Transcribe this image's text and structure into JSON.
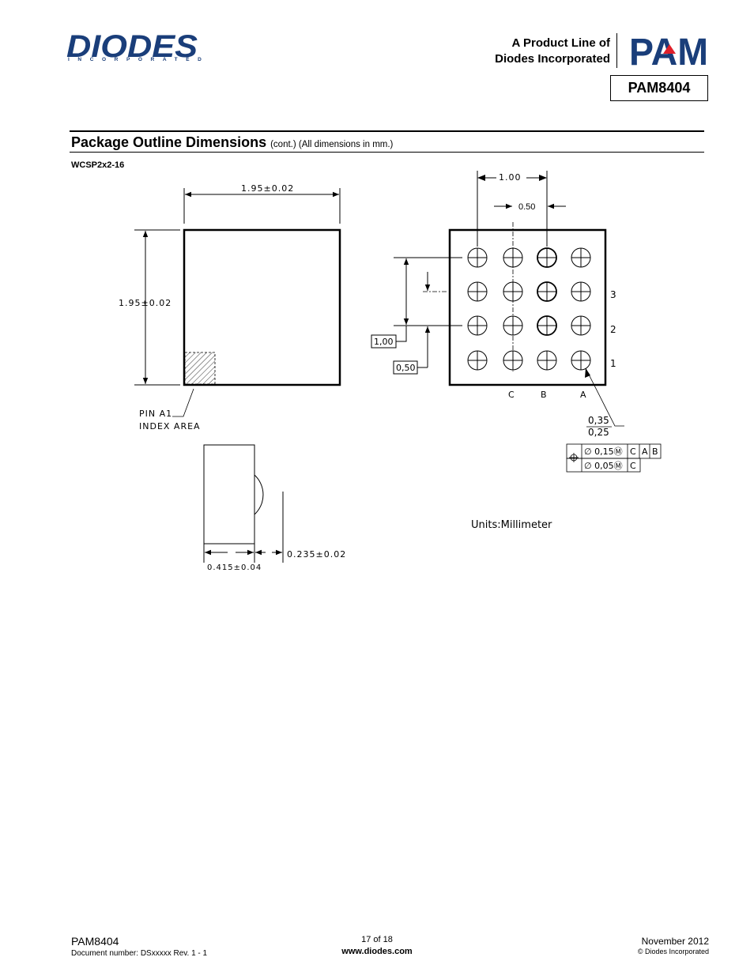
{
  "header": {
    "logo_text": "DIODES",
    "logo_subtext": "INCORPORATED",
    "product_line_1": "A Product Line of",
    "product_line_2": "Diodes Incorporated",
    "pam_logo_text": "PAM",
    "part_number": "PAM8404",
    "brand_color": "#1a3e7a",
    "accent_color": "#e0202a"
  },
  "section": {
    "title": "Package Outline Dimensions",
    "subtitle": "(cont.) (All dimensions in mm.)",
    "package": "WCSP2x2-16"
  },
  "drawing": {
    "top_width": "1.95±0.02",
    "left_height": "1.95±0.02",
    "pin_label_1": "PIN A1",
    "pin_label_2": "INDEX AREA",
    "pitch_outer": "1.00",
    "pitch_inner": "0.50",
    "row_pitch_box": "1,00",
    "row_offset_box": "0,50",
    "row_labels": [
      "3",
      "2",
      "1"
    ],
    "col_labels": [
      "C",
      "B",
      "A"
    ],
    "ball_dia_max": "0,35",
    "ball_dia_min": "0,25",
    "tol_row1": [
      "∅ 0,15Ⓜ",
      "C",
      "A",
      "B"
    ],
    "tol_row2": [
      "∅ 0,05Ⓜ",
      "C"
    ],
    "side_thickness": "0.415±0.04",
    "ball_height": "0.235±0.02",
    "units": "Units:Millimeter"
  },
  "footer": {
    "part_number": "PAM8404",
    "document_number": "Document number: DSxxxxx Rev. 1 - 1",
    "page": "17 of 18",
    "website": "www.diodes.com",
    "date": "November 2012",
    "copyright": "© Diodes Incorporated"
  }
}
